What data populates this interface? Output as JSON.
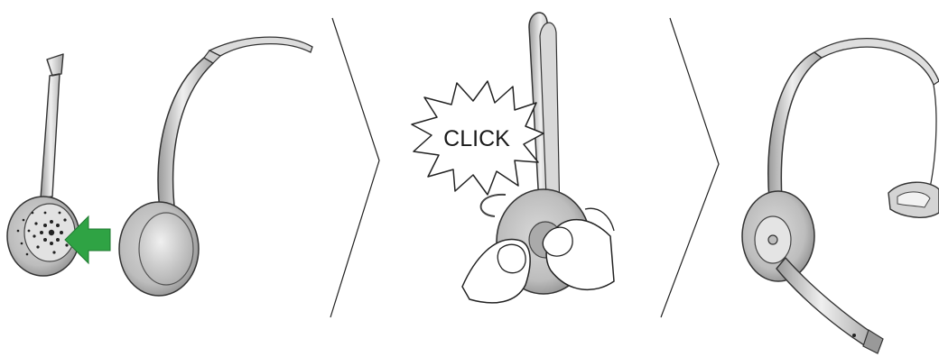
{
  "figure": {
    "steps": [
      {
        "id": "step-1",
        "icon": "attach-earpiece"
      },
      {
        "id": "step-2",
        "icon": "snap-click",
        "callout": "CLICK"
      },
      {
        "id": "step-3",
        "icon": "headset-assembled"
      }
    ],
    "colors": {
      "arrow": "#2fa344",
      "outline": "#333333",
      "metal_light": "#e6e6e6",
      "metal_mid": "#c4c4c4",
      "metal_dark": "#9a9a9a",
      "hand": "#ffffff"
    }
  }
}
